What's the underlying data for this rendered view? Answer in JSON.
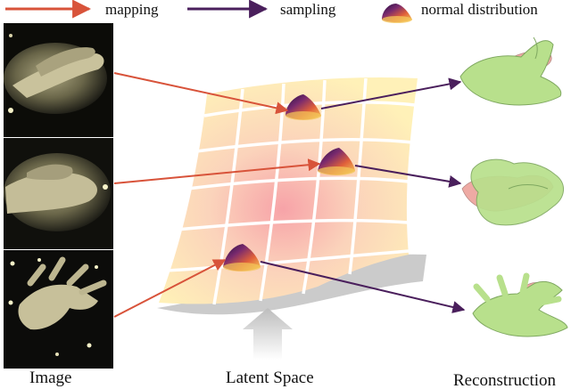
{
  "legend": {
    "mapping": {
      "label": "mapping",
      "color": "#d8533a"
    },
    "sampling": {
      "label": "sampling",
      "color": "#4a1f5c"
    },
    "distribution": {
      "label": "normal distribution"
    }
  },
  "captions": {
    "image": "Image",
    "latent": "Latent Space",
    "reconstruction": "Reconstruction"
  },
  "colors": {
    "surface_light": "#fff1b8",
    "surface_center": "#f7a3a8",
    "grid": "#ffffff",
    "photo_bg": "#0c0c08",
    "hand_green": "#b8e08c",
    "hand_pink": "#eeaaa4",
    "shadow": "#c9c9c9"
  }
}
